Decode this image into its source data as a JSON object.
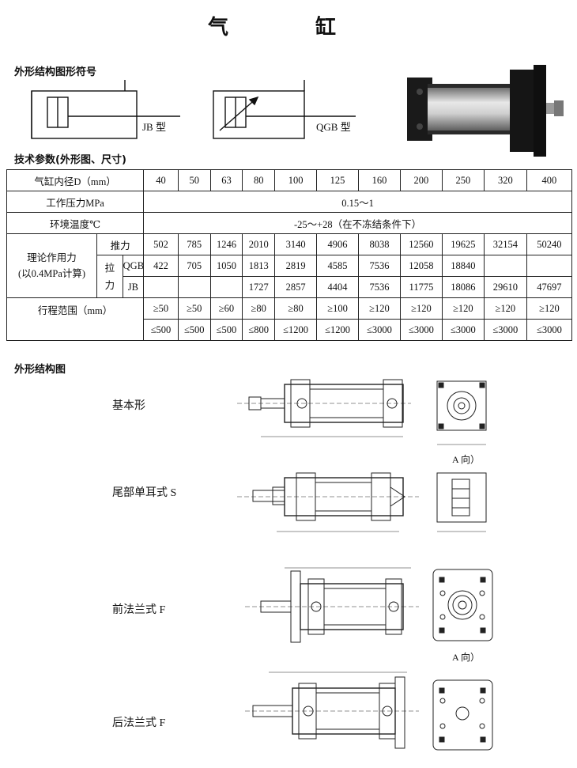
{
  "title": "气　缸",
  "symbol_section": {
    "heading": "外形结构图形符号",
    "jb_label": "JB 型",
    "qgb_label": "QGB 型"
  },
  "spec_section": {
    "heading": "技术参数(外形图、尺寸)",
    "bore_label": "气缸内径D（mm）",
    "bores": [
      "40",
      "50",
      "63",
      "80",
      "100",
      "125",
      "160",
      "200",
      "250",
      "320",
      "400"
    ],
    "pressure_label": "工作压力MPa",
    "pressure_value": "0.15～1",
    "temp_label": "环境温度℃",
    "temp_value": "-25～+28（在不冻结条件下）",
    "force_label_1": "理论作用力",
    "force_label_2": "(以0.4MPa计算)",
    "push_label": "推力",
    "push": [
      "502",
      "785",
      "1246",
      "2010",
      "3140",
      "4906",
      "8038",
      "12560",
      "19625",
      "32154",
      "50240"
    ],
    "pull_label_1": "拉",
    "pull_label_2": "力",
    "qgb_label": "QGB",
    "pull_qgb": [
      "422",
      "705",
      "1050",
      "1813",
      "2819",
      "4585",
      "7536",
      "12058",
      "18840",
      "",
      ""
    ],
    "jb_label": "JB",
    "pull_jb": [
      "",
      "",
      "",
      "1727",
      "2857",
      "4404",
      "7536",
      "11775",
      "18086",
      "29610",
      "47697"
    ],
    "stroke_label": "行程范围（mm）",
    "stroke_min": [
      "≥50",
      "≥50",
      "≥60",
      "≥80",
      "≥80",
      "≥100",
      "≥120",
      "≥120",
      "≥120",
      "≥120",
      "≥120"
    ],
    "stroke_max": [
      "≤500",
      "≤500",
      "≤500",
      "≤800",
      "≤1200",
      "≤1200",
      "≤3000",
      "≤3000",
      "≤3000",
      "≤3000",
      "≤3000"
    ]
  },
  "drawings_section": {
    "heading": "外形结构图",
    "basic": "基本形",
    "tail_ear": "尾部单耳式 S",
    "front_flange": "前法兰式 F",
    "rear_flange": "后法兰式 F",
    "view_a_1": "A 向）",
    "view_a_2": "A 向）"
  }
}
